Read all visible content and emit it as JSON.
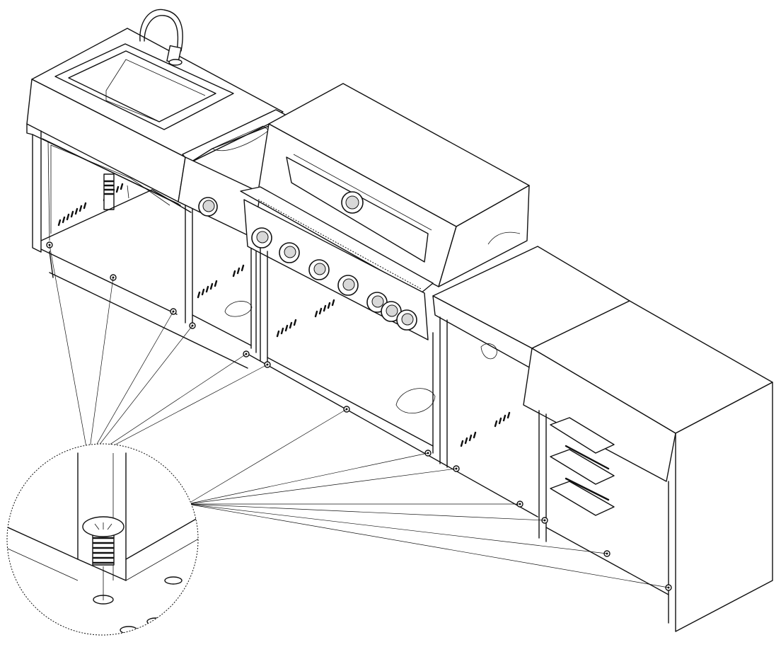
{
  "diagram": {
    "kind": "exploded-assembly-drawing",
    "modules": [
      "sink-cabinet",
      "side-burner-cabinet",
      "grill-cabinet",
      "countertop-cabinet",
      "end-cabinet"
    ],
    "detail_view": "leveling-foot-callout",
    "callout_target_count": 13,
    "line_color": "#111111",
    "background": "#ffffff"
  }
}
